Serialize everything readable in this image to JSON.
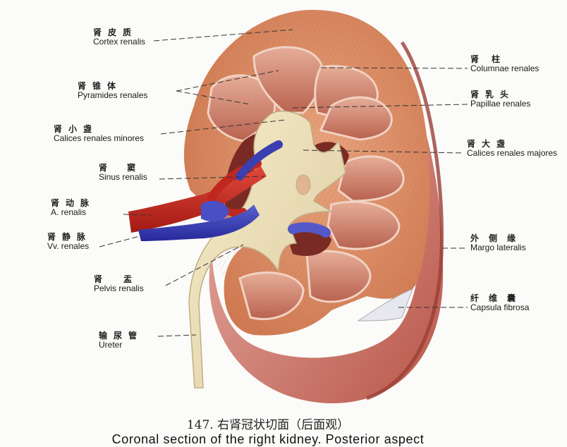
{
  "figure": {
    "number": "147.",
    "title_zh": "右肾冠状切面（后面观）",
    "title_en": "Coronal section of the right kidney. Posterior aspect"
  },
  "labels": {
    "cortex": {
      "zh": "肾皮质",
      "la": "Cortex renalis"
    },
    "pyramids": {
      "zh": "肾锥体",
      "la": "Pyramides renales"
    },
    "calices_minores": {
      "zh": "肾小盏",
      "la": "Calices renales minores"
    },
    "sinus": {
      "zh": "肾窦",
      "la": "Sinus renalis"
    },
    "artery": {
      "zh": "肾动脉",
      "la": "A. renalis"
    },
    "veins": {
      "zh": "肾静脉",
      "la": "Vv. renales"
    },
    "pelvis": {
      "zh": "肾盂",
      "la": "Pelvis renalis"
    },
    "ureter": {
      "zh": "输尿管",
      "la": "Ureter"
    },
    "columnae": {
      "zh": "肾柱",
      "la": "Columnae renales"
    },
    "papillae": {
      "zh": "肾乳头",
      "la": "Papillae renales"
    },
    "calices_majores": {
      "zh": "肾大盏",
      "la": "Calices renales majores"
    },
    "margo": {
      "zh": "外侧缘",
      "la": "Margo lateralis"
    },
    "capsula": {
      "zh": "纤维囊",
      "la": "Capsula fibrosa"
    }
  },
  "colors": {
    "cortex": "#d9875e",
    "pyramid": "#c97a64",
    "pelvis": "#efe3bd",
    "artery": "#c0281f",
    "vein": "#3b3fb0",
    "capsule": "#d99a8e",
    "background": "#fbfbf9"
  }
}
